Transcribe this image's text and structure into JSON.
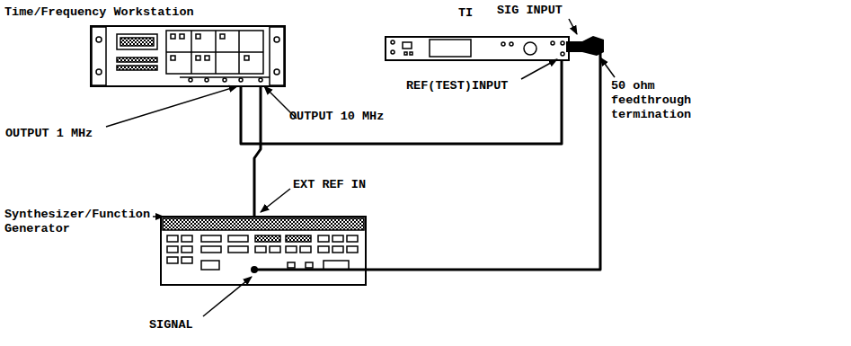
{
  "diagram": {
    "nodes": [
      {
        "text": [
          "Time/Frequency Workstation"
        ]
      },
      {
        "text": [
          "TI"
        ]
      },
      {
        "text": [
          "Synthesizer/Function Generator"
        ]
      }
    ],
    "edges": [
      {
        "from": 0,
        "to": 1,
        "arrow": "none"
      },
      {
        "from": 0,
        "to": 2,
        "arrow": "none"
      },
      {
        "from": 2,
        "to": 1,
        "arrow": "none"
      }
    ],
    "labels": [
      "SIG INPUT",
      "REF(TEST)INPUT",
      "50 ohm feedthrough termination",
      "OUTPUT 1 MHz",
      "OUTPUT 10 MHz",
      "EXT REF IN",
      "SIGNAL"
    ]
  }
}
